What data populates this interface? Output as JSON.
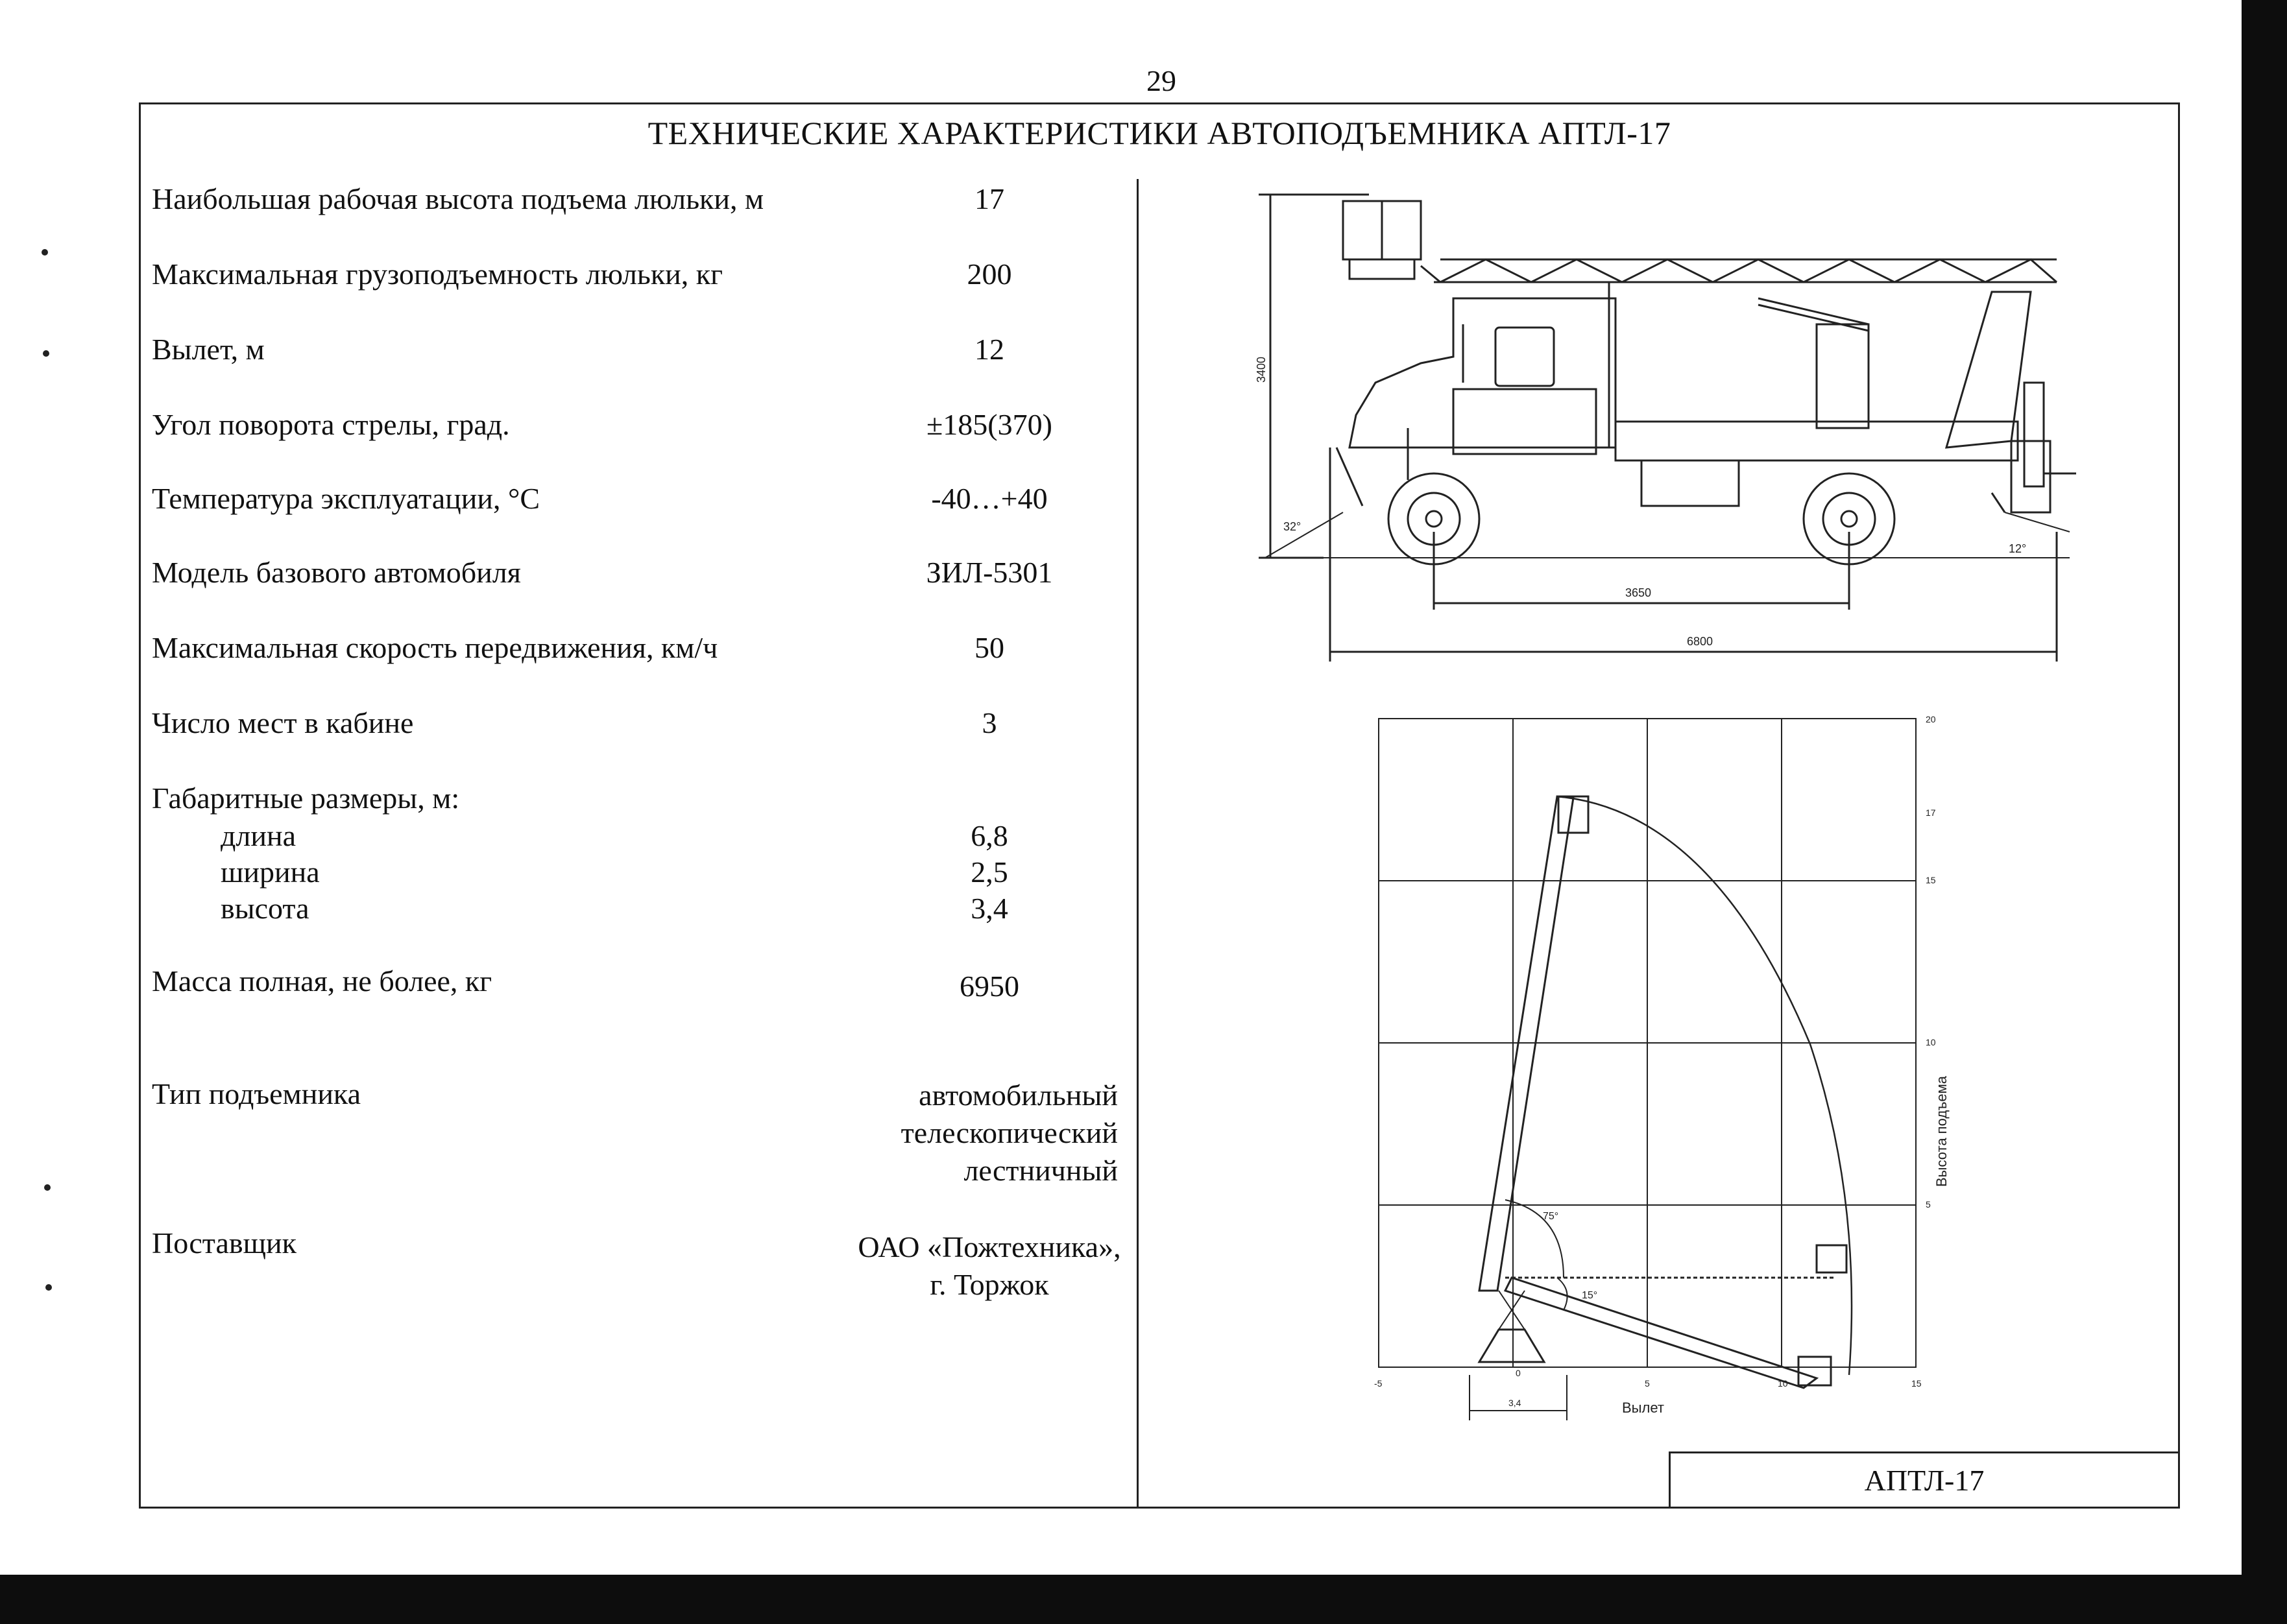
{
  "page_number": "29",
  "title": "ТЕХНИЧЕСКИЕ ХАРАКТЕРИСТИКИ АВТОПОДЪЕМНИКА АПТЛ-17",
  "specs": [
    {
      "label": "Наибольшая рабочая высота подъема люльки, м",
      "value": "17"
    },
    {
      "label": "Максимальная грузоподъемность люльки, кг",
      "value": "200"
    },
    {
      "label": "Вылет, м",
      "value": "12"
    },
    {
      "label": "Угол поворота стрелы, град.",
      "value": "±185(370)"
    },
    {
      "label": "Температура эксплуатации, °С",
      "value": "-40…+40"
    },
    {
      "label": "Модель базового автомобиля",
      "value": "ЗИЛ-5301"
    },
    {
      "label": "Максимальная скорость передвижения, км/ч",
      "value": "50"
    },
    {
      "label": "Число мест в кабине",
      "value": "3"
    }
  ],
  "dimensions": {
    "label": "Габаритные размеры, м:",
    "items": [
      {
        "label": "длина",
        "value": "6,8"
      },
      {
        "label": "ширина",
        "value": "2,5"
      },
      {
        "label": "высота",
        "value": "3,4"
      }
    ]
  },
  "mass": {
    "label": "Масса полная, не более, кг",
    "value": "6950"
  },
  "lift_type": {
    "label": "Тип подъемника",
    "lines": [
      "автомобильный",
      "телескопический",
      "лестничный"
    ]
  },
  "supplier": {
    "label": "Поставщик",
    "lines": [
      "ОАО «Пожтехника»,",
      "г. Торжок"
    ]
  },
  "model_box": "АПТЛ-17",
  "truck_drawing": {
    "height_dim": "3400",
    "wheelbase_dim": "3650",
    "length_dim": "6800",
    "approach_angle": "32°",
    "departure_angle": "12°"
  },
  "reach_chart": {
    "y_axis_label": "Высота подъема",
    "x_axis_label": "Вылет",
    "y_ticks": [
      "20",
      "17",
      "15",
      "10",
      "5"
    ],
    "x_ticks": [
      "-5",
      "0",
      "5",
      "10",
      "15"
    ],
    "angle_high": "75°",
    "angle_low": "15°",
    "base_dim": "3,4"
  }
}
